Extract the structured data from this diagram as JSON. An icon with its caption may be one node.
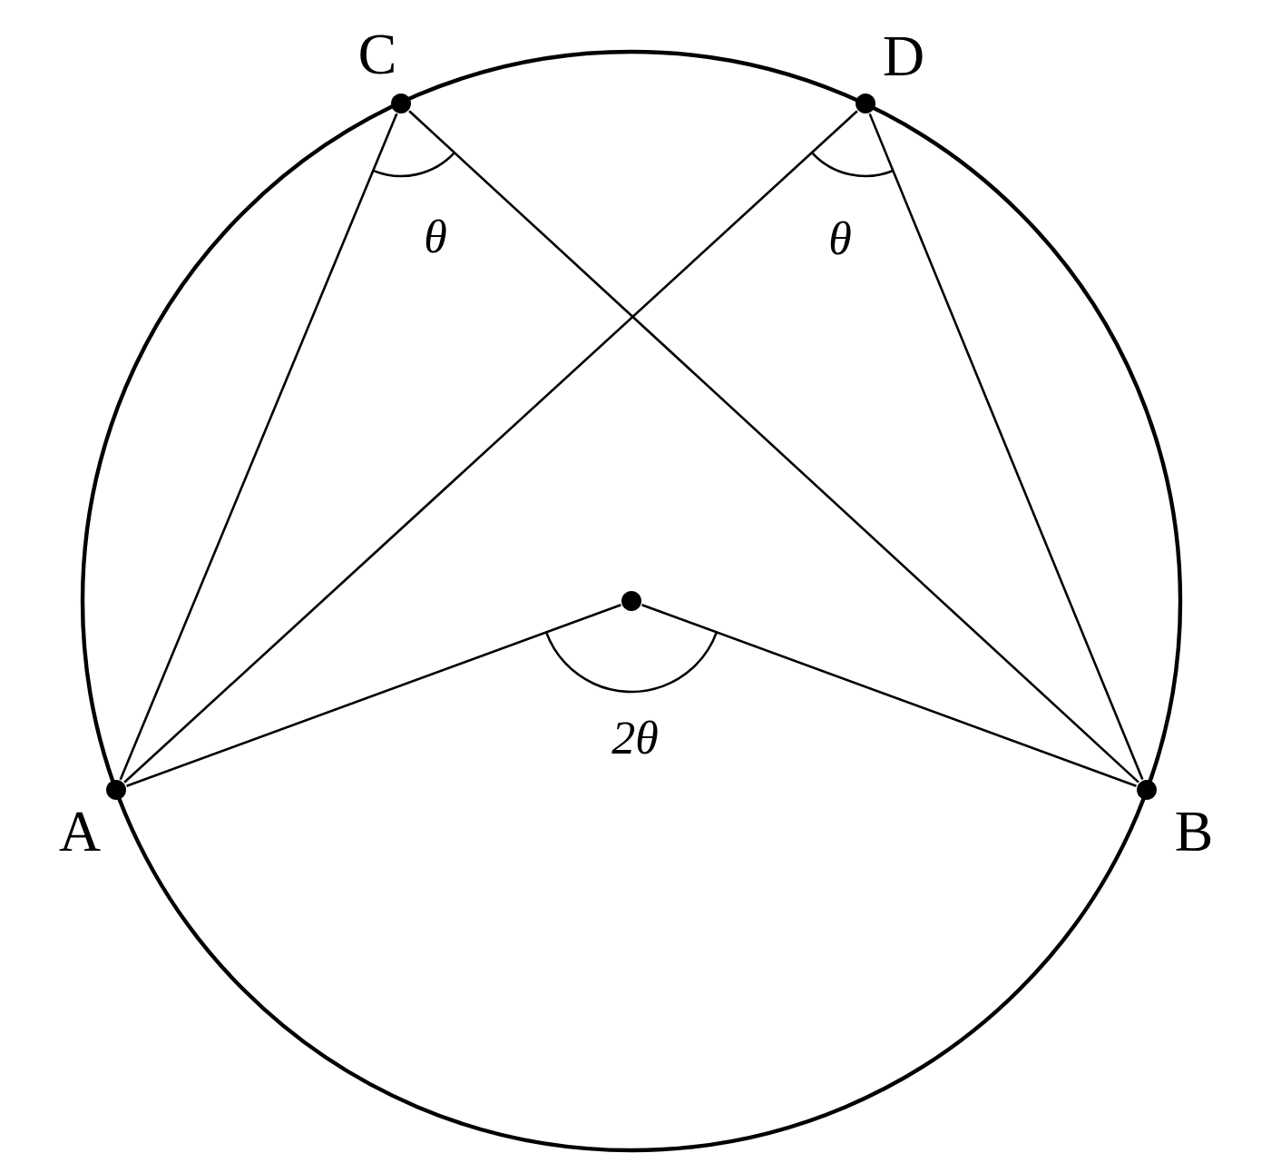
{
  "diagram": {
    "nodes": [
      {
        "text": [
          "C"
        ]
      },
      {
        "text": [
          "D"
        ]
      },
      {
        "text": [
          "A"
        ]
      },
      {
        "text": [
          "B"
        ]
      },
      {
        "text": [],
        "shape": "circle"
      }
    ],
    "edges": [
      {
        "from": 2,
        "to": 0,
        "arrow": "none"
      },
      {
        "from": 0,
        "to": 3,
        "arrow": "none"
      },
      {
        "from": 2,
        "to": 1,
        "arrow": "none"
      },
      {
        "from": 1,
        "to": 3,
        "arrow": "none"
      },
      {
        "from": 2,
        "to": 4,
        "arrow": "none"
      },
      {
        "from": 4,
        "to": 3,
        "arrow": "none"
      }
    ],
    "labels": [
      "θ",
      "θ",
      "2θ"
    ]
  }
}
